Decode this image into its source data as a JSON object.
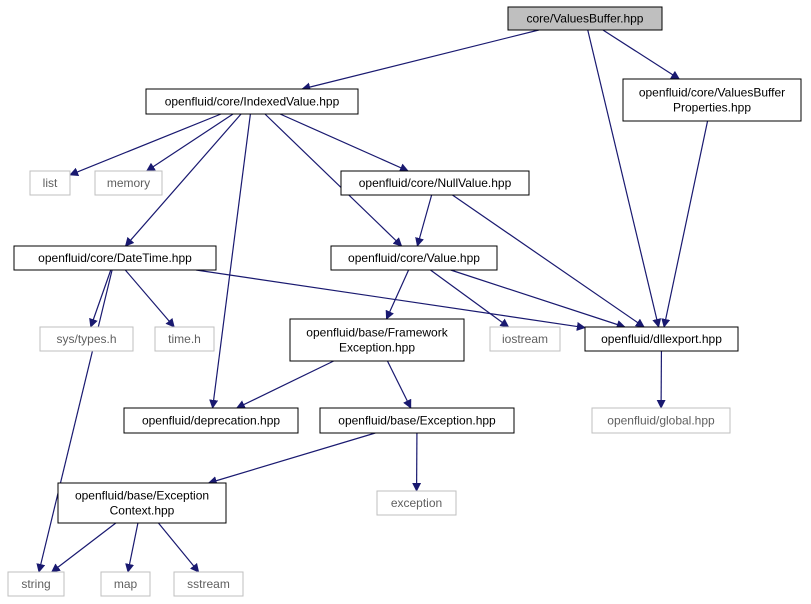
{
  "colors": {
    "edge": "#191970",
    "node_border": "#000000",
    "external_border": "#bfbfbf",
    "root_fill": "#bfbfbf",
    "node_fill": "#ffffff",
    "text": "#000000",
    "external_text": "#5f5f5f"
  },
  "nodes": {
    "valuesbuffer": {
      "lines": [
        "core/ValuesBuffer.hpp"
      ],
      "kind": "root"
    },
    "indexedvalue": {
      "lines": [
        "openfluid/core/IndexedValue.hpp"
      ],
      "kind": "internal"
    },
    "vbprops": {
      "lines": [
        "openfluid/core/ValuesBuffer",
        "Properties.hpp"
      ],
      "kind": "internal"
    },
    "list": {
      "lines": [
        "list"
      ],
      "kind": "external"
    },
    "memory": {
      "lines": [
        "memory"
      ],
      "kind": "external"
    },
    "nullvalue": {
      "lines": [
        "openfluid/core/NullValue.hpp"
      ],
      "kind": "internal"
    },
    "datetime": {
      "lines": [
        "openfluid/core/DateTime.hpp"
      ],
      "kind": "internal"
    },
    "value": {
      "lines": [
        "openfluid/core/Value.hpp"
      ],
      "kind": "internal"
    },
    "systypes": {
      "lines": [
        "sys/types.h"
      ],
      "kind": "external"
    },
    "timeh": {
      "lines": [
        "time.h"
      ],
      "kind": "external"
    },
    "fwexception": {
      "lines": [
        "openfluid/base/Framework",
        "Exception.hpp"
      ],
      "kind": "internal"
    },
    "iostream": {
      "lines": [
        "iostream"
      ],
      "kind": "external"
    },
    "dllexport": {
      "lines": [
        "openfluid/dllexport.hpp"
      ],
      "kind": "internal"
    },
    "deprecation": {
      "lines": [
        "openfluid/deprecation.hpp"
      ],
      "kind": "internal"
    },
    "exception": {
      "lines": [
        "openfluid/base/Exception.hpp"
      ],
      "kind": "internal"
    },
    "global": {
      "lines": [
        "openfluid/global.hpp"
      ],
      "kind": "external"
    },
    "exceptioncontext": {
      "lines": [
        "openfluid/base/Exception",
        "Context.hpp"
      ],
      "kind": "internal"
    },
    "exceptionstd": {
      "lines": [
        "exception"
      ],
      "kind": "external"
    },
    "string": {
      "lines": [
        "string"
      ],
      "kind": "external"
    },
    "map": {
      "lines": [
        "map"
      ],
      "kind": "external"
    },
    "sstream": {
      "lines": [
        "sstream"
      ],
      "kind": "external"
    }
  },
  "edges": [
    [
      "valuesbuffer",
      "indexedvalue"
    ],
    [
      "valuesbuffer",
      "vbprops"
    ],
    [
      "valuesbuffer",
      "dllexport"
    ],
    [
      "indexedvalue",
      "list"
    ],
    [
      "indexedvalue",
      "memory"
    ],
    [
      "indexedvalue",
      "nullvalue"
    ],
    [
      "indexedvalue",
      "datetime"
    ],
    [
      "indexedvalue",
      "value"
    ],
    [
      "indexedvalue",
      "deprecation"
    ],
    [
      "vbprops",
      "dllexport"
    ],
    [
      "nullvalue",
      "value"
    ],
    [
      "nullvalue",
      "dllexport"
    ],
    [
      "datetime",
      "systypes"
    ],
    [
      "datetime",
      "timeh"
    ],
    [
      "datetime",
      "dllexport"
    ],
    [
      "datetime",
      "string"
    ],
    [
      "value",
      "fwexception"
    ],
    [
      "value",
      "iostream"
    ],
    [
      "value",
      "dllexport"
    ],
    [
      "fwexception",
      "deprecation"
    ],
    [
      "fwexception",
      "exception"
    ],
    [
      "dllexport",
      "global"
    ],
    [
      "exception",
      "exceptioncontext"
    ],
    [
      "exception",
      "exceptionstd"
    ],
    [
      "exceptioncontext",
      "string"
    ],
    [
      "exceptioncontext",
      "map"
    ],
    [
      "exceptioncontext",
      "sstream"
    ]
  ]
}
